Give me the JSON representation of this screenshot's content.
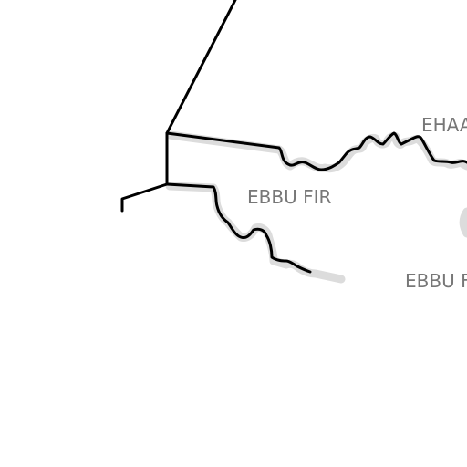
{
  "map": {
    "labels": {
      "ebbu_fir": "EBBU FIR",
      "ehaa_fir_partial": "EHAA",
      "ebbu_fir_partial": "EBBU F"
    },
    "colors": {
      "background": "#ffffff",
      "border": "#000000",
      "border_halo": "#dcdcdc",
      "label": "#777777"
    }
  }
}
